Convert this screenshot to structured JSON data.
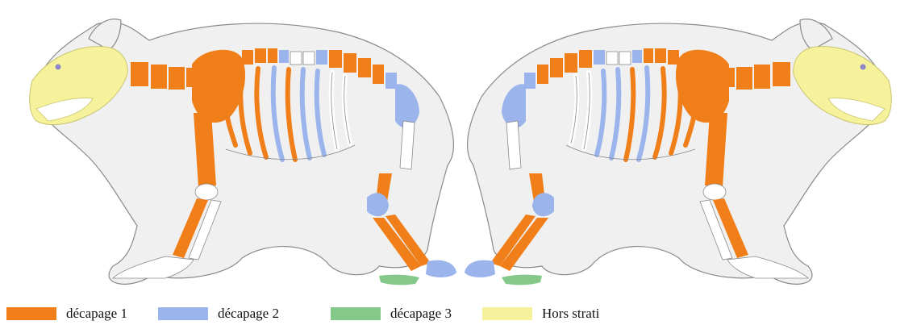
{
  "colors": {
    "decapage_1": "#f07f1a",
    "decapage_2": "#9bb5ec",
    "decapage_3": "#85c98a",
    "hors_strati": "#f6f29c",
    "body_fill": "#f0f0f0",
    "outline": "#8a8a8a",
    "bone_white": "#ffffff"
  },
  "figures": [
    {
      "name": "bear-skeleton-left",
      "facing": "left"
    },
    {
      "name": "bear-skeleton-right",
      "facing": "right"
    }
  ],
  "legend": {
    "items": [
      {
        "key": "decapage_1",
        "label": "décapage 1",
        "color": "#f07f1a"
      },
      {
        "key": "decapage_2",
        "label": "décapage 2",
        "color": "#9bb5ec"
      },
      {
        "key": "decapage_3",
        "label": "décapage 3",
        "color": "#85c98a"
      },
      {
        "key": "hors_strati",
        "label": "Hors strati",
        "color": "#f6f29c"
      }
    ]
  }
}
